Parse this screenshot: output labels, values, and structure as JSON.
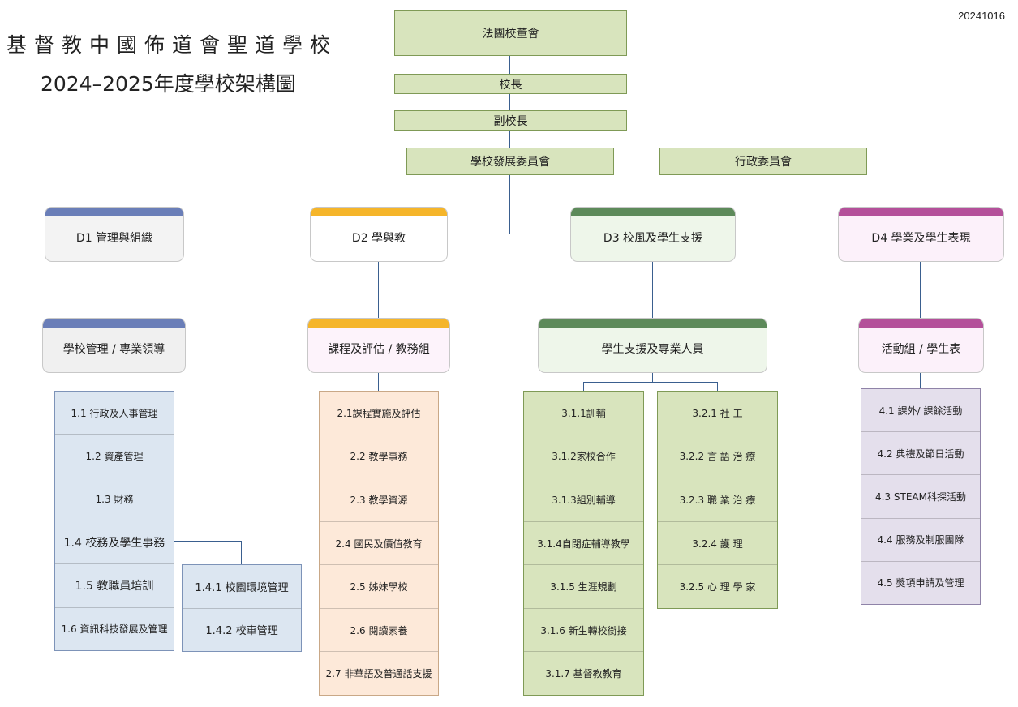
{
  "title": {
    "line1": "基督教中國佈道會聖道學校",
    "line2": "2024–2025年度學校架構圖"
  },
  "date": "20241016",
  "top": {
    "board": "法團校董會",
    "principal": "校長",
    "vice_principal": "副校長",
    "dev_committee": "學校發展委員會",
    "admin_committee": "行政委員會"
  },
  "divisions": [
    {
      "label": "D1  管理與組織",
      "color": "#6a7eb8"
    },
    {
      "label": "D2  學與教",
      "color": "#f5b52a"
    },
    {
      "label": "D3  校風及學生支援",
      "color": "#5d8a5a"
    },
    {
      "label": "D4  學業及學生表現",
      "color": "#b4509a"
    }
  ],
  "groups": [
    {
      "label": "學校管理 / 專業領導",
      "color": "#6a7eb8"
    },
    {
      "label": "課程及評估 / 教務組",
      "color": "#f5b52a"
    },
    {
      "label": "學生支援及專業人員",
      "color": "#5d8a5a"
    },
    {
      "label": "活動組 / 學生表",
      "color": "#b4509a"
    }
  ],
  "d1_items": [
    "1.1 行政及人事管理",
    "1.2 資產管理",
    "1.3 財務",
    "1.4 校務及學生事務",
    "1.5 教職員培訓",
    "1.6 資訊科技發展及管理"
  ],
  "d1_sub_items": [
    "1.4.1 校園環境管理",
    "1.4.2 校車管理"
  ],
  "d2_items": [
    "2.1課程實施及評估",
    "2.2 教學事務",
    "2.3 教學資源",
    "2.4 國民及價值教育",
    "2.5 姊妹學校",
    "2.6 閱讀素養",
    "2.7 非華語及普通話支援"
  ],
  "d3a_items": [
    "3.1.1訓輔",
    "3.1.2家校合作",
    "3.1.3組別輔導",
    "3.1.4自閉症輔導教學",
    "3.1.5 生涯規劃",
    "3.1.6 新生轉校銜接",
    "3.1.7 基督教教育"
  ],
  "d3b_items": [
    "3.2.1 社 工",
    "3.2.2 言 語 治 療",
    "3.2.3 職 業 治 療",
    "3.2.4 護 理",
    "3.2.5 心 理 學 家"
  ],
  "d4_items": [
    "4.1 課外/ 課餘活動",
    "4.2 典禮及節日活動",
    "4.3 STEAM科探活動",
    "4.4 服務及制服團隊",
    "4.5 獎項申請及管理"
  ]
}
